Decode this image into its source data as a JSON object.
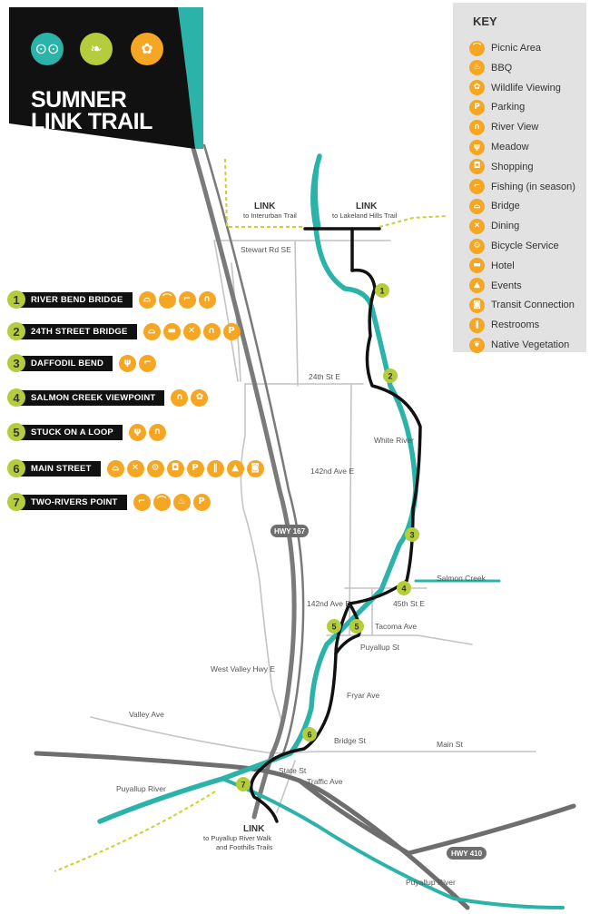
{
  "title": {
    "line1": "SUMNER",
    "line2": "LINK TRAIL"
  },
  "colors": {
    "river": "#2bb3a9",
    "trail": "#111111",
    "poi": "#f5a623",
    "waypoint": "#b5cc3c",
    "road": "#bfbfbf",
    "highway": "#6e6e6e",
    "link_trail": "#c9d22e"
  },
  "key": {
    "title": "KEY",
    "items": [
      {
        "label": "Picnic Area",
        "icon": "picnic-icon",
        "glyph": "⌒"
      },
      {
        "label": "BBQ",
        "icon": "bbq-icon",
        "glyph": "♨"
      },
      {
        "label": "Wildlife Viewing",
        "icon": "wildlife-icon",
        "glyph": "✿"
      },
      {
        "label": "Parking",
        "icon": "parking-icon",
        "glyph": "P"
      },
      {
        "label": "River View",
        "icon": "binoculars-icon",
        "glyph": "∩"
      },
      {
        "label": "Meadow",
        "icon": "meadow-icon",
        "glyph": "ψ"
      },
      {
        "label": "Shopping",
        "icon": "shopping-icon",
        "glyph": "◘"
      },
      {
        "label": "Fishing (in season)",
        "icon": "fishing-icon",
        "glyph": "⌐"
      },
      {
        "label": "Bridge",
        "icon": "bridge-icon",
        "glyph": "⌓"
      },
      {
        "label": "Dining",
        "icon": "dining-icon",
        "glyph": "✕"
      },
      {
        "label": "Bicycle Service",
        "icon": "bicycle-icon",
        "glyph": "⚙"
      },
      {
        "label": "Hotel",
        "icon": "hotel-icon",
        "glyph": "▬"
      },
      {
        "label": "Events",
        "icon": "events-icon",
        "glyph": "▲"
      },
      {
        "label": "Transit Connection",
        "icon": "transit-icon",
        "glyph": "◙"
      },
      {
        "label": "Restrooms",
        "icon": "restroom-icon",
        "glyph": "‖"
      },
      {
        "label": "Native Vegetation",
        "icon": "vegetation-icon",
        "glyph": "❦"
      }
    ]
  },
  "waypoints": [
    {
      "num": "1",
      "name": "RIVER BEND BRIDGE",
      "icons": [
        [
          "bridge-icon",
          "⌓"
        ],
        [
          "picnic-icon",
          "⌒"
        ],
        [
          "fishing-icon",
          "⌐"
        ],
        [
          "binoculars-icon",
          "∩"
        ]
      ]
    },
    {
      "num": "2",
      "name": "24TH STREET BRIDGE",
      "icons": [
        [
          "bridge-icon",
          "⌓"
        ],
        [
          "hotel-icon",
          "▬"
        ],
        [
          "dining-icon",
          "✕"
        ],
        [
          "binoculars-icon",
          "∩"
        ],
        [
          "parking-icon",
          "P"
        ]
      ]
    },
    {
      "num": "3",
      "name": "DAFFODIL BEND",
      "icons": [
        [
          "meadow-icon",
          "ψ"
        ],
        [
          "fishing-icon",
          "⌐"
        ]
      ]
    },
    {
      "num": "4",
      "name": "SALMON CREEK VIEWPOINT",
      "icons": [
        [
          "binoculars-icon",
          "∩"
        ],
        [
          "wildlife-icon",
          "✿"
        ]
      ]
    },
    {
      "num": "5",
      "name": "STUCK ON A LOOP",
      "icons": [
        [
          "meadow-icon",
          "ψ"
        ],
        [
          "binoculars-icon",
          "∩"
        ]
      ]
    },
    {
      "num": "6",
      "name": "MAIN STREET",
      "icons": [
        [
          "bridge-icon",
          "⌓"
        ],
        [
          "dining-icon",
          "✕"
        ],
        [
          "bicycle-icon",
          "⚙"
        ],
        [
          "shopping-icon",
          "◘"
        ],
        [
          "parking-icon",
          "P"
        ],
        [
          "restroom-icon",
          "‖"
        ],
        [
          "events-icon",
          "▲"
        ],
        [
          "transit-icon",
          "◙"
        ]
      ]
    },
    {
      "num": "7",
      "name": "TWO-RIVERS POINT",
      "icons": [
        [
          "fishing-icon",
          "⌐"
        ],
        [
          "picnic-icon",
          "⌒"
        ],
        [
          "bbq-icon",
          "♨"
        ],
        [
          "parking-icon",
          "P"
        ]
      ]
    }
  ],
  "map": {
    "links": {
      "interurban": {
        "title": "LINK",
        "sub": "to Interurban Trail"
      },
      "lakeland": {
        "title": "LINK",
        "sub": "to Lakeland Hills Trail"
      },
      "puyallup": {
        "title": "LINK",
        "sub1": "to Puyallup River Walk",
        "sub2": "and Foothills Trails"
      }
    },
    "roads": {
      "stewart": "Stewart Rd SE",
      "st24": "24th St E",
      "ave142a": "142nd Ave E",
      "ave142b": "142nd Ave E",
      "st45": "45th St E",
      "tacoma": "Tacoma Ave",
      "puyallup_st": "Puyallup St",
      "west_valley": "West Valley Hwy E",
      "valley": "Valley Ave",
      "fryar": "Fryar Ave",
      "bridge": "Bridge St",
      "main": "Main St",
      "state": "State St",
      "traffic": "Traffic Ave"
    },
    "water": {
      "white_river": "White River",
      "salmon_creek": "Salmon Creek",
      "puyallup_river_w": "Puyallup River",
      "puyallup_river_e": "Puyallup River"
    },
    "highways": {
      "hwy167": "HWY 167",
      "hwy410": "HWY 410"
    },
    "markers": [
      "1",
      "2",
      "3",
      "4",
      "5",
      "5",
      "6",
      "7"
    ]
  }
}
